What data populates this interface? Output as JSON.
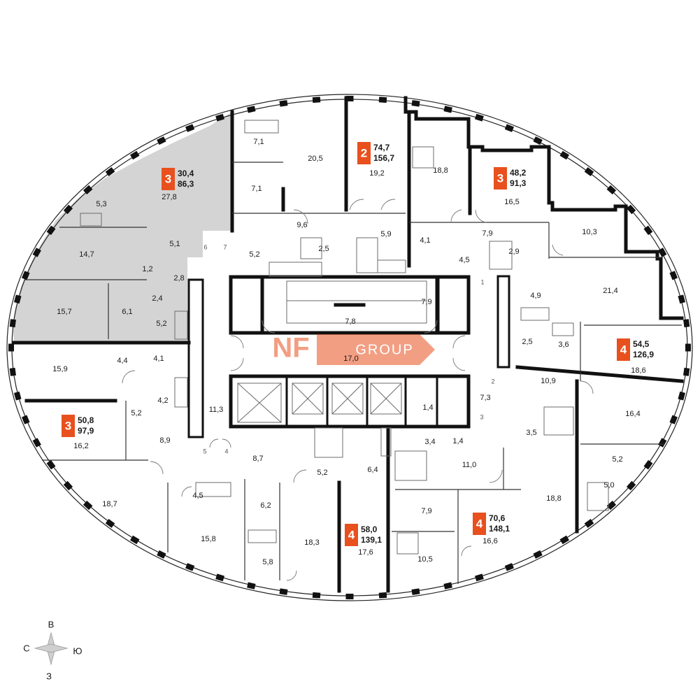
{
  "accent_color": "#e8501e",
  "highlight_color": "#d4d4d4",
  "logo": {
    "text_left": "NF",
    "text_right": "GROUP",
    "color": "#e8501e",
    "opacity": 0.6
  },
  "compass": {
    "north": "В",
    "south": "З",
    "west": "С",
    "east": "Ю"
  },
  "apartments": [
    {
      "id": "apt-a",
      "rooms": "3",
      "living": "30,4",
      "total": "86,3",
      "highlighted": true
    },
    {
      "id": "apt-b",
      "rooms": "2",
      "living": "74,7",
      "total": "156,7",
      "highlighted": false
    },
    {
      "id": "apt-c",
      "rooms": "3",
      "living": "48,2",
      "total": "91,3",
      "highlighted": false
    },
    {
      "id": "apt-d",
      "rooms": "4",
      "living": "54,5",
      "total": "126,9",
      "highlighted": false
    },
    {
      "id": "apt-e",
      "rooms": "3",
      "living": "50,8",
      "total": "97,9",
      "highlighted": false
    },
    {
      "id": "apt-f",
      "rooms": "4",
      "living": "58,0",
      "total": "139,1",
      "highlighted": false
    },
    {
      "id": "apt-g",
      "rooms": "4",
      "living": "70,6",
      "total": "148,1",
      "highlighted": false
    }
  ],
  "room_areas": [
    "7,1",
    "20,5",
    "19,2",
    "18,8",
    "16,5",
    "5,3",
    "27,8",
    "7,1",
    "10,3",
    "9,6",
    "5,9",
    "4,1",
    "7,9",
    "14,7",
    "5,1",
    "2,5",
    "4,5",
    "2,9",
    "5,2",
    "1,2",
    "2,8",
    "21,4",
    "4,9",
    "2,4",
    "15,7",
    "6,1",
    "5,2",
    "7,9",
    "7,8",
    "17,0",
    "2,5",
    "3,6",
    "15,9",
    "4,4",
    "4,1",
    "18,6",
    "10,9",
    "4,2",
    "11,3",
    "1,4",
    "7,3",
    "16,4",
    "5,2",
    "8,9",
    "3,5",
    "16,2",
    "3,4",
    "1,4",
    "8,7",
    "11,0",
    "5,2",
    "5,2",
    "6,4",
    "4,5",
    "5,0",
    "18,7",
    "6,2",
    "18,3",
    "18,8",
    "7,9",
    "15,8",
    "17,6",
    "16,6",
    "5,8",
    "10,5"
  ],
  "door_numbers": [
    "6",
    "7",
    "1",
    "2",
    "3",
    "5",
    "4"
  ]
}
